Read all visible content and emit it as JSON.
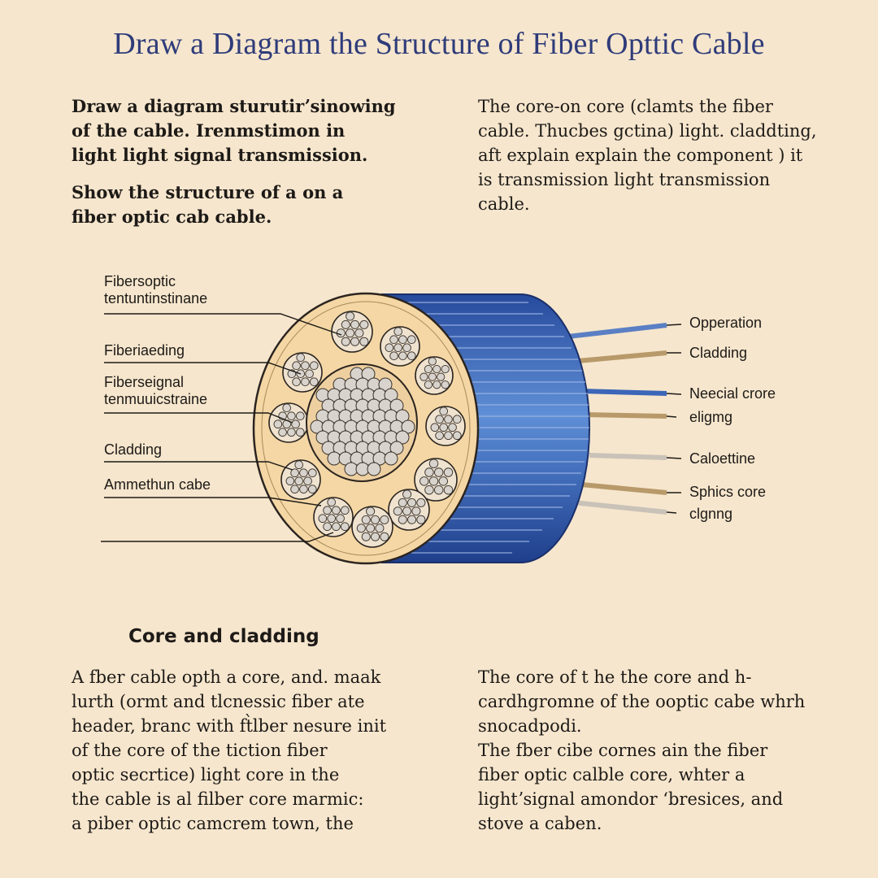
{
  "title": "Draw a Diagram the  Structure of  Fiber Opttic Cable",
  "intro_left": {
    "para1": "Draw a diagram sturutirʼsinowing\nof the cable.  Irenmstimon in\nlight light signal transmission.",
    "para2": "Show the  structure of a on a\nfiber optic cab cable."
  },
  "intro_right": "The core-on core (clamts the fiber\ncable. Thucbes gctina) light. claddting,\naft explain explain the component ) it\nis transmission light transmission\ncable.",
  "diagram": {
    "left_labels": [
      "Fiberѕoptic\ntentuntinstinane",
      "Fiberiaeding",
      "Fiberseignal\ntenmuuicstraine",
      "Cladding",
      "Ammethun cabe"
    ],
    "right_labels": [
      "Opperation",
      "Cladding",
      "Neecial crore",
      "eligmg",
      "Caloettine",
      "Sphics core",
      "clgnng"
    ],
    "colors": {
      "jacket_blue": "#3a63b4",
      "jacket_dark": "#1f3f8c",
      "face_fill": "#f4d7a4",
      "strand": "#d8d3cc",
      "wire_blue": "#5b7fc4",
      "wire_tan": "#b89a6a",
      "wire_gray": "#c9c2b8"
    }
  },
  "section_heading": "Core and cladding",
  "bottom_left": "A fber cable opth a core, and. maak\nlurth (ormt and tlcnessic fiber ate\nheader, branc with ft̀lber nesure init\nof the core  of the  tiction fiber\noptic secrtice) light core in  the\nthe cable is al filber core marmic:\na  piber optic camcrem town, the",
  "bottom_right": "The core of t he the core and h-\ncardhgromne of the ooptic cabe whrh\nsnocadpodi.\nThe fber cibe cornes ain the fiber\n fiber  optic calble core, whter a\nlightʼsignal amondor ʻbresices, and\nstove a caben."
}
